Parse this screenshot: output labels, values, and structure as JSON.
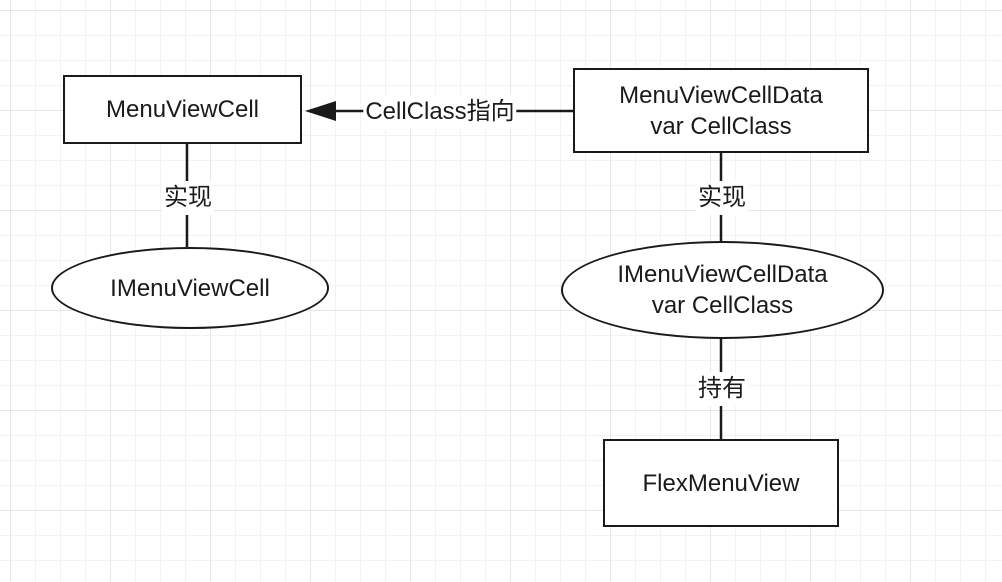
{
  "nodes": {
    "menu_view_cell": {
      "lines": [
        "MenuViewCell"
      ]
    },
    "menu_view_cell_data": {
      "lines": [
        "MenuViewCellData",
        "var CellClass"
      ]
    },
    "i_menu_view_cell": {
      "lines": [
        "IMenuViewCell"
      ]
    },
    "i_menu_view_cell_data": {
      "lines": [
        "IMenuViewCellData",
        "var CellClass"
      ]
    },
    "flex_menu_view": {
      "lines": [
        "FlexMenuView"
      ]
    }
  },
  "edges": {
    "cellclass_pointer": {
      "label": "CellClass指向"
    },
    "implements_left": {
      "label": "实现"
    },
    "implements_right": {
      "label": "实现"
    },
    "holds": {
      "label": "持有"
    }
  },
  "colors": {
    "stroke": "#1a1a1a",
    "grid_major": "#e6e6e6",
    "grid_minor": "#f3f3f3",
    "background": "#ffffff"
  }
}
